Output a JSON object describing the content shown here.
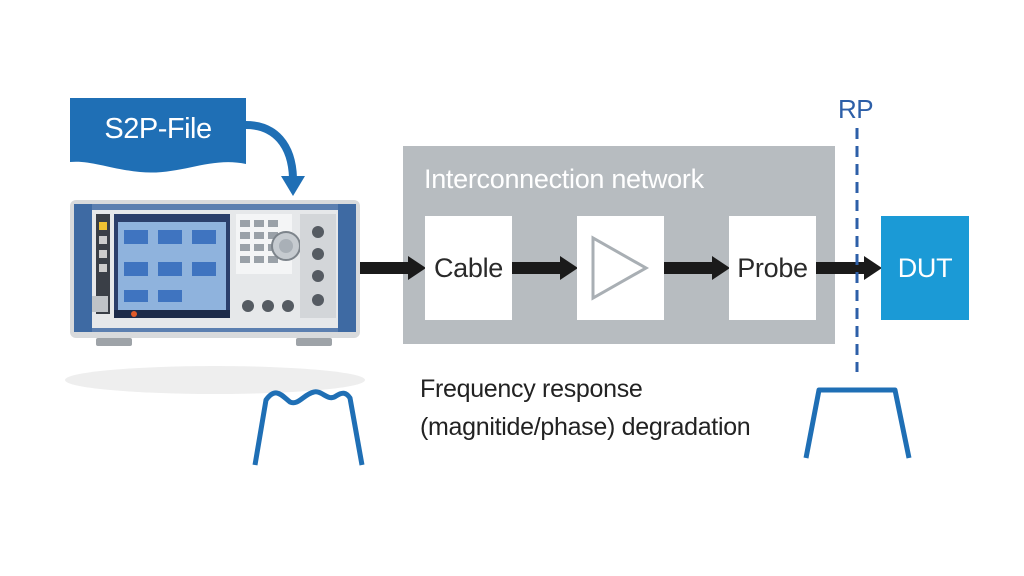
{
  "diagram": {
    "file_label": "S2P-File",
    "network_title": "Interconnection network",
    "blocks": {
      "cable": "Cable",
      "probe": "Probe",
      "dut": "DUT"
    },
    "reference_plane_label": "RP",
    "caption": {
      "line1": "Frequency response",
      "line2": "(magnitide/phase) degradation"
    }
  },
  "colors": {
    "blue": "#1f6fb5",
    "dut_cyan": "#1b9ad6",
    "network_gray": "#b7bcc0",
    "arrow_black": "#1a1a1a",
    "rp_blue": "#2d5fa8"
  },
  "icons": [
    "amplifier-icon",
    "signal-generator-icon",
    "degraded-response-icon",
    "flat-response-icon"
  ]
}
